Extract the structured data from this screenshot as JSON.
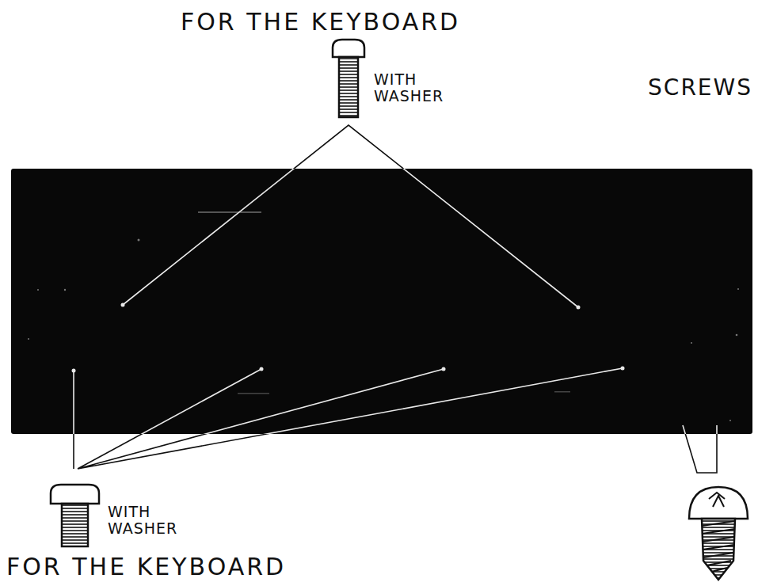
{
  "diagram": {
    "labels": [
      "FOR THE KEYBOARD",
      "WITH WASHER",
      "SCREWS",
      "WITH WASHER",
      "FOR THE KEYBOARD"
    ]
  }
}
